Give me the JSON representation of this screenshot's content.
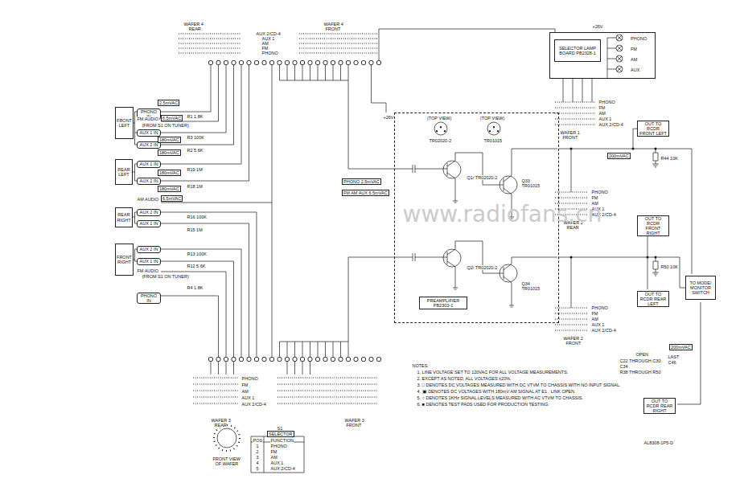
{
  "diagram": {
    "nodes": [
      {
        "text": [
          "FRONT LEFT"
        ]
      },
      {
        "text": [
          "PHONO IN"
        ]
      },
      {
        "text": [
          "AUX 1 IN"
        ]
      },
      {
        "text": [
          "AUX 2 IN"
        ]
      },
      {
        "text": [
          "REAR LEFT"
        ]
      },
      {
        "text": [
          "AUX 1 IN"
        ]
      },
      {
        "text": [
          "AUX 2 IN"
        ]
      },
      {
        "text": [
          "REAR RIGHT"
        ]
      },
      {
        "text": [
          "AUX 2 IN"
        ]
      },
      {
        "text": [
          "AUX 1 IN"
        ]
      },
      {
        "text": [
          "FRONT RIGHT"
        ]
      },
      {
        "text": [
          "AUX 2 IN"
        ]
      },
      {
        "text": [
          "AUX 1 IN"
        ]
      },
      {
        "text": [
          "PHONO IN"
        ]
      },
      {
        "text": [
          "(TOP VIEW)",
          "(TOP VIEW)"
        ]
      },
      {
        "text": [
          "PREAMPLIFIER PB2303-1"
        ],
        "in": 14
      },
      {
        "text": [
          "PHONO",
          "FM",
          "AM",
          "AUX"
        ]
      },
      {
        "text": [
          "SELECTOR LAMP BOARD PB2328-1"
        ],
        "in": 16
      },
      {
        "text": [
          "OUT TO RCDR FRONT LEFT"
        ]
      },
      {
        "text": [
          "OUT TO RCDR FRONT RIGHT"
        ]
      },
      {
        "text": [
          "OUT TO RCDR REAR LEFT"
        ]
      },
      {
        "text": [
          "TO MODE/ MONITOR SWITCH"
        ]
      },
      {
        "text": [
          "OUT TO RCDR REAR RIGHT"
        ]
      }
    ],
    "edges": [
      {
        "from": 14,
        "to": 18,
        "arrow": "none"
      },
      {
        "from": 14,
        "to": 21,
        "arrow": "none"
      }
    ],
    "labels": [
      "WAFER 4",
      "REAR",
      "WAFER 4",
      "FRONT",
      "AUX 2/CD-4",
      "AUX 1",
      "AM",
      "FM",
      "PHONO",
      "2.5mVAC",
      "FM AUDIO",
      "(FROM S1 ON TUNER)",
      "6.5mVAC",
      "180mVAC",
      "180mVAC",
      "180mVAC",
      "180mVAC",
      "AM AUDIO",
      "6.5mVAC",
      "FM AUDIO",
      "(FROM S1 ON TUNER)",
      "R1 1.8K",
      "R3 100K",
      "R2 5.6K",
      "R19 1M",
      "R18 1M",
      "R16 100K",
      "R15 1M",
      "R13 100K",
      "R12 5.6K",
      "R4 1.8K",
      "+26V",
      "PHONO 2.5mVAC",
      "FM AM AUX 6.5mVAC",
      "TR02020-2",
      "TR01015",
      "Q1/ TR02020-2",
      "Q33",
      "TR01015",
      "Q2/ TR02020-2",
      "Q34",
      "TR01015",
      "NOTES:",
      "1. LINE VOLTAGE SET TO 120VAC FOR ALL VOLTAGE MEASUREMENTS.",
      "2. EXCEPT AS NOTED, ALL VOLTAGES ±20%.",
      "3. □ DENOTES DC VOLTAGES MEASURED WITH DC VTVM TO CHASSIS WITH NO INPUT SIGNAL.",
      "4. ▣ DENOTES DC VOLTAGES WITH 180mV AM SIGNAL AT E1 , LINK OPEN.",
      "5. ○ DENOTES 1KHz SIGNAL LEVELS MEASURED WITH AC VTVM TO CHASSIS.",
      "6. ■ DENOTES TEST PADS USED FOR PRODUCTION TESTING.",
      "+26V",
      "PHONO",
      "FM",
      "AM",
      "AUX 1",
      "AUX 2/CD-4",
      "WAFER 1",
      "FRONT",
      "200mVAC",
      "R44 10K",
      "PHONO",
      "FM",
      "AM",
      "AUX 1",
      "AUX 2/CD-4",
      "WAFER 2",
      "REAR",
      "R50 10K",
      "PHONO",
      "FM",
      "AM",
      "AUX 1",
      "AUX 2/CD-4",
      "WAFER 2",
      "FRONT",
      "200mVAC",
      "OPEN",
      "LAST",
      "C22 THROUGH C30",
      "C34",
      "R38 THROUGH R50",
      "C46",
      "AL8308-1P5-D",
      "PHONO",
      "FM",
      "AM",
      "AUX 1",
      "AUX 2/CD-4",
      "WAFER 3",
      "REAR",
      "WAFER 3",
      "FRONT",
      "FRONT VIEW",
      "OF WAFER",
      "S1",
      "SELECTOR",
      "POS",
      "FUNCTION",
      "1",
      "PHONO",
      "2",
      "FM",
      "3",
      "AM",
      "4",
      "AUX 1",
      "5",
      "AUX 2/CD-4",
      "www.radiofans.cn"
    ]
  }
}
